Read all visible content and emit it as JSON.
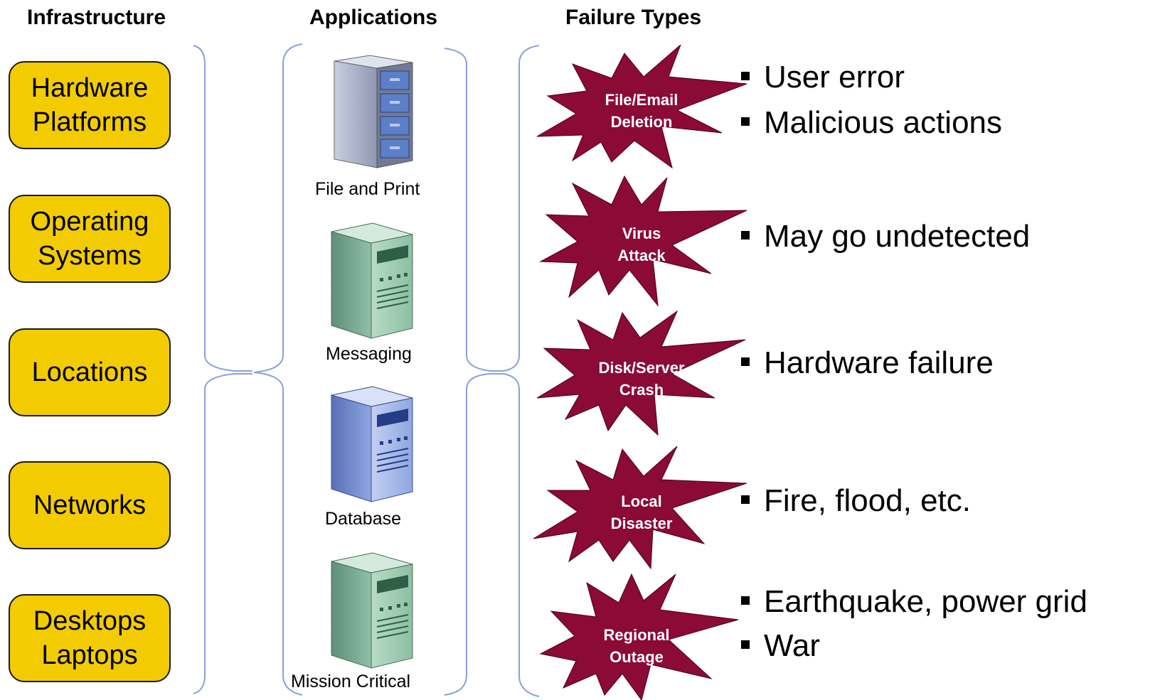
{
  "headers": {
    "infrastructure": "Infrastructure",
    "applications": "Applications",
    "failure_types": "Failure Types"
  },
  "infrastructure": [
    {
      "line1": "Hardware",
      "line2": "Platforms"
    },
    {
      "line1": "Operating",
      "line2": "Systems"
    },
    {
      "line1": "Locations",
      "line2": ""
    },
    {
      "line1": "Networks",
      "line2": ""
    },
    {
      "line1": "Desktops",
      "line2": "Laptops"
    }
  ],
  "applications": [
    {
      "label": "File and Print",
      "icon": "file-cabinet-icon"
    },
    {
      "label": "Messaging",
      "icon": "green-server-icon"
    },
    {
      "label": "Database",
      "icon": "blue-server-icon"
    },
    {
      "label": "Mission Critical",
      "icon": "green-server-icon"
    }
  ],
  "failures": [
    {
      "line1": "File/Email",
      "line2": "Deletion",
      "bullets": [
        "User error",
        "Malicious actions"
      ]
    },
    {
      "line1": "Virus",
      "line2": "Attack",
      "bullets": [
        "May go undetected"
      ]
    },
    {
      "line1": "Disk/Server",
      "line2": "Crash",
      "bullets": [
        "Hardware failure"
      ]
    },
    {
      "line1": "Local",
      "line2": "Disaster",
      "bullets": [
        "Fire, flood, etc."
      ]
    },
    {
      "line1": "Regional",
      "line2": "Outage",
      "bullets": [
        "Earthquake, power grid",
        "War"
      ]
    }
  ],
  "colors": {
    "box_fill": "#f2cc00",
    "burst_fill": "#8b0a36",
    "brace": "#8aa0d8",
    "server_green": "#8fbfa6",
    "server_blue": "#8ea6e0"
  }
}
